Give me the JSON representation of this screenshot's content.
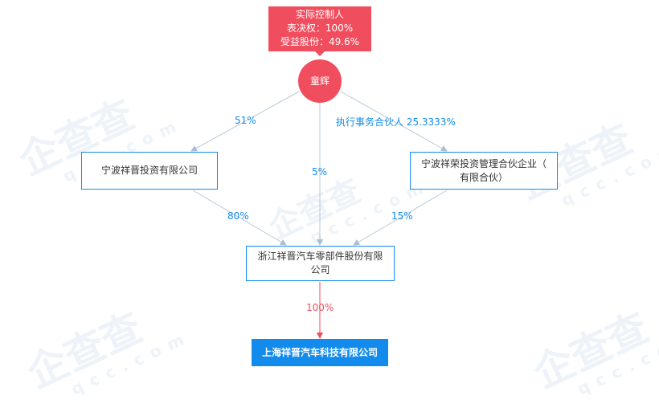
{
  "controller": {
    "title": "实际控制人",
    "voting": "表决权：100%",
    "benefit": "受益股份：49.6%",
    "name": "童辉"
  },
  "nodes": {
    "ningbo_xiangjin": "宁波祥晋投资有限公司",
    "ningbo_xiangrong_line1": "宁波祥荣投资管理合伙企业（",
    "ningbo_xiangrong_line2": "有限合伙）",
    "zhejiang_line1": "浙江祥晋汽车零部件股份有限",
    "zhejiang_line2": "公司",
    "target": "上海祥晋汽车科技有限公司"
  },
  "edges": {
    "tonghui_to_ningbo_xiangjin": "51%",
    "tonghui_to_zhejiang": "5%",
    "tonghui_to_ningbo_xiangrong": "执行事务合伙人 25.3333%",
    "ningbo_xiangjin_to_zhejiang": "80%",
    "ningbo_xiangrong_to_zhejiang": "15%",
    "zhejiang_to_target": "100%"
  },
  "colors": {
    "blue": "#128bed",
    "red": "#f04e5e",
    "line": "#b6c9da"
  }
}
